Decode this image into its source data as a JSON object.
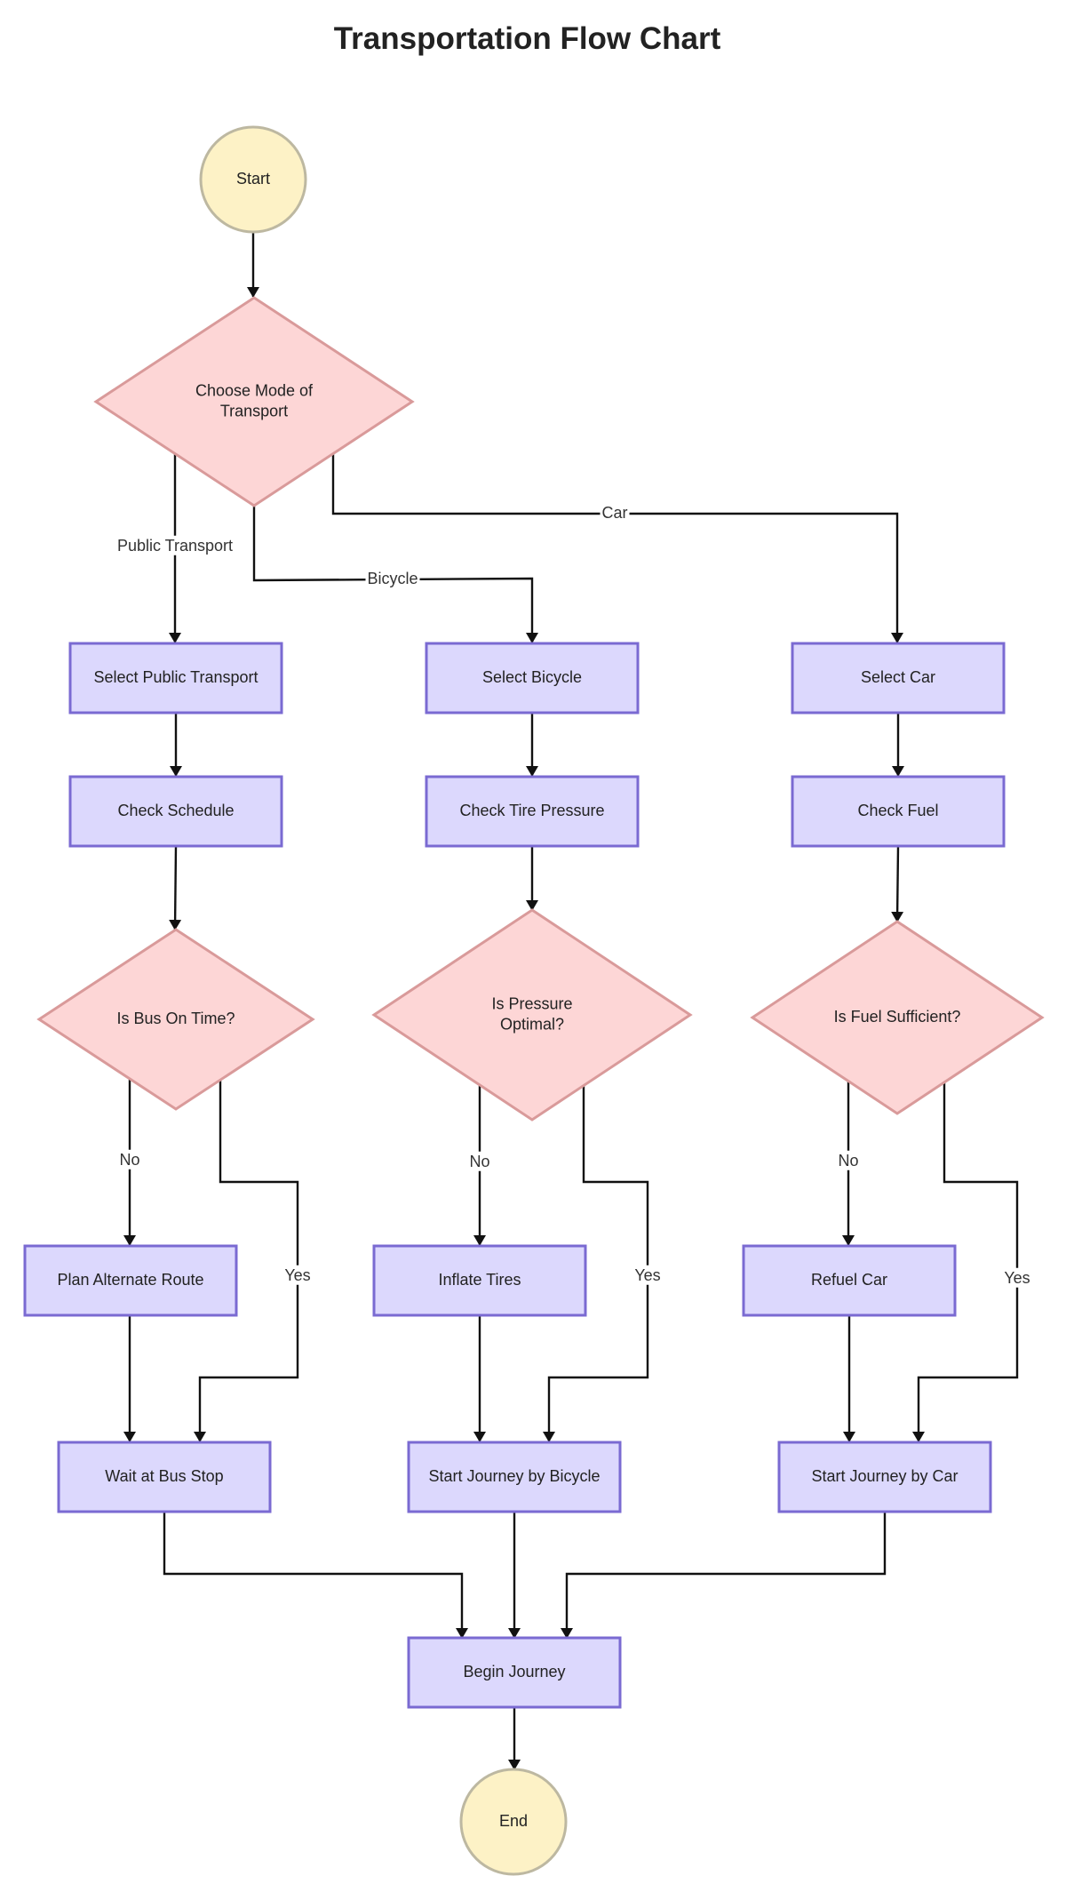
{
  "title": "Transportation Flow Chart",
  "colors": {
    "process_fill": "#dcd8fd",
    "process_stroke": "#7a6ad2",
    "decision_fill": "#fdd6d6",
    "decision_stroke": "#d99a9a",
    "terminal_fill": "#fdf2c6",
    "terminal_stroke": "#bdb8a1",
    "edge": "#111111"
  },
  "nodes": {
    "start": {
      "type": "terminal",
      "label": [
        "Start"
      ]
    },
    "choose_mode": {
      "type": "decision",
      "label": [
        "Choose Mode of",
        "Transport"
      ]
    },
    "select_public": {
      "type": "process",
      "label": [
        "Select Public Transport"
      ]
    },
    "select_bicycle": {
      "type": "process",
      "label": [
        "Select Bicycle"
      ]
    },
    "select_car": {
      "type": "process",
      "label": [
        "Select Car"
      ]
    },
    "check_schedule": {
      "type": "process",
      "label": [
        "Check Schedule"
      ]
    },
    "check_tire": {
      "type": "process",
      "label": [
        "Check Tire Pressure"
      ]
    },
    "check_fuel": {
      "type": "process",
      "label": [
        "Check Fuel"
      ]
    },
    "bus_on_time": {
      "type": "decision",
      "label": [
        "Is Bus On Time?"
      ]
    },
    "pressure_optimal": {
      "type": "decision",
      "label": [
        "Is Pressure",
        "Optimal?"
      ]
    },
    "fuel_sufficient": {
      "type": "decision",
      "label": [
        "Is Fuel Sufficient?"
      ]
    },
    "plan_alternate": {
      "type": "process",
      "label": [
        "Plan Alternate Route"
      ]
    },
    "inflate_tires": {
      "type": "process",
      "label": [
        "Inflate Tires"
      ]
    },
    "refuel_car": {
      "type": "process",
      "label": [
        "Refuel Car"
      ]
    },
    "wait_bus_stop": {
      "type": "process",
      "label": [
        "Wait at Bus Stop"
      ]
    },
    "start_bicycle": {
      "type": "process",
      "label": [
        "Start Journey by Bicycle"
      ]
    },
    "start_car": {
      "type": "process",
      "label": [
        "Start Journey by Car"
      ]
    },
    "begin_journey": {
      "type": "process",
      "label": [
        "Begin Journey"
      ]
    },
    "end": {
      "type": "terminal",
      "label": [
        "End"
      ]
    }
  },
  "edges": [
    {
      "from": "start",
      "to": "choose_mode",
      "label": ""
    },
    {
      "from": "choose_mode",
      "to": "select_public",
      "label": "Public Transport"
    },
    {
      "from": "choose_mode",
      "to": "select_bicycle",
      "label": "Bicycle"
    },
    {
      "from": "choose_mode",
      "to": "select_car",
      "label": "Car"
    },
    {
      "from": "select_public",
      "to": "check_schedule",
      "label": ""
    },
    {
      "from": "select_bicycle",
      "to": "check_tire",
      "label": ""
    },
    {
      "from": "select_car",
      "to": "check_fuel",
      "label": ""
    },
    {
      "from": "check_schedule",
      "to": "bus_on_time",
      "label": ""
    },
    {
      "from": "check_tire",
      "to": "pressure_optimal",
      "label": ""
    },
    {
      "from": "check_fuel",
      "to": "fuel_sufficient",
      "label": ""
    },
    {
      "from": "bus_on_time",
      "to": "plan_alternate",
      "label": "No"
    },
    {
      "from": "bus_on_time",
      "to": "wait_bus_stop",
      "label": "Yes"
    },
    {
      "from": "pressure_optimal",
      "to": "inflate_tires",
      "label": "No"
    },
    {
      "from": "pressure_optimal",
      "to": "start_bicycle",
      "label": "Yes"
    },
    {
      "from": "fuel_sufficient",
      "to": "refuel_car",
      "label": "No"
    },
    {
      "from": "fuel_sufficient",
      "to": "start_car",
      "label": "Yes"
    },
    {
      "from": "plan_alternate",
      "to": "wait_bus_stop",
      "label": ""
    },
    {
      "from": "inflate_tires",
      "to": "start_bicycle",
      "label": ""
    },
    {
      "from": "refuel_car",
      "to": "start_car",
      "label": ""
    },
    {
      "from": "wait_bus_stop",
      "to": "begin_journey",
      "label": ""
    },
    {
      "from": "start_bicycle",
      "to": "begin_journey",
      "label": ""
    },
    {
      "from": "start_car",
      "to": "begin_journey",
      "label": ""
    },
    {
      "from": "begin_journey",
      "to": "end",
      "label": ""
    }
  ]
}
